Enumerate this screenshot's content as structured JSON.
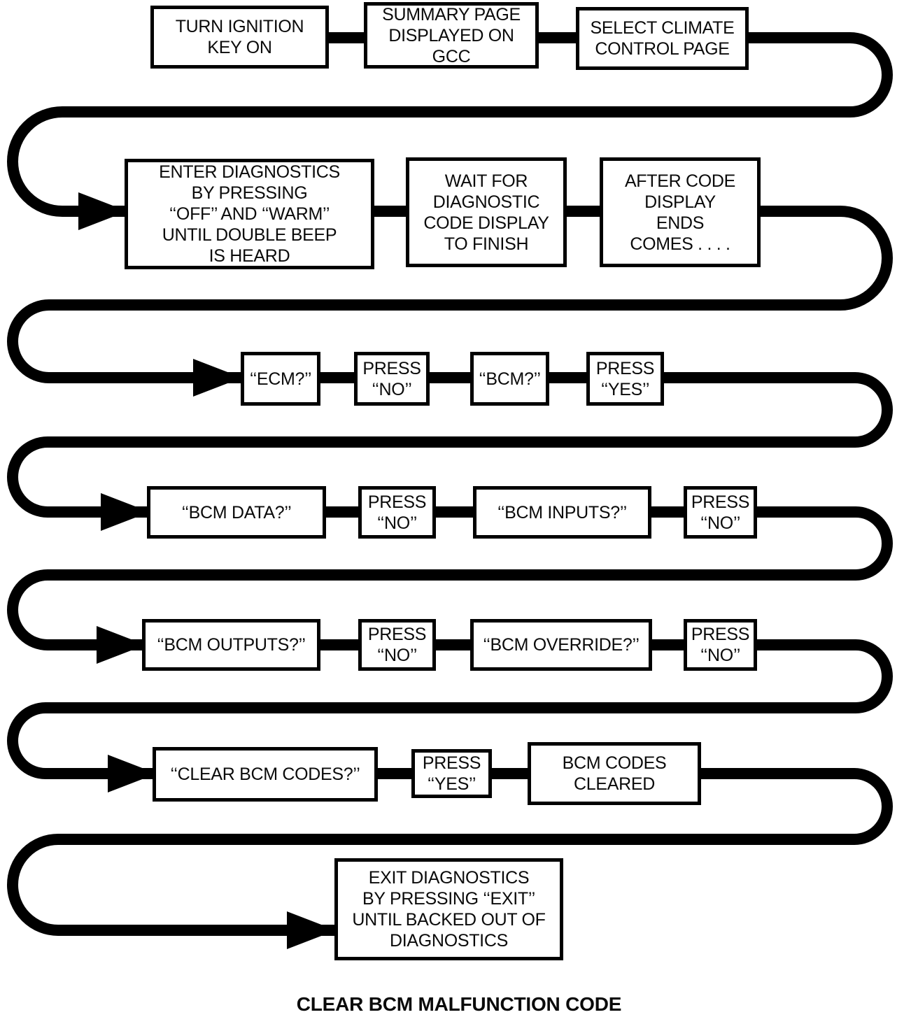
{
  "flow": {
    "caption": "CLEAR BCM MALFUNCTION CODE",
    "steps": [
      {
        "id": "turn-ignition-key-on",
        "label": "TURN IGNITION\nKEY ON"
      },
      {
        "id": "summary-page-displayed",
        "label": "SUMMARY PAGE\nDISPLAYED ON\nGCC"
      },
      {
        "id": "select-climate-control",
        "label": "SELECT CLIMATE\nCONTROL PAGE"
      },
      {
        "id": "enter-diagnostics",
        "label": "ENTER DIAGNOSTICS\nBY PRESSING\n‘‘OFF’’ AND ‘‘WARM’’\nUNTIL DOUBLE BEEP\nIS HEARD"
      },
      {
        "id": "wait-for-code-display",
        "label": "WAIT FOR\nDIAGNOSTIC\nCODE DISPLAY\nTO FINISH"
      },
      {
        "id": "after-code-display-ends",
        "label": "AFTER CODE\nDISPLAY\nENDS\nCOMES . . . ."
      },
      {
        "id": "ecm-prompt",
        "label": "‘‘ECM?’’"
      },
      {
        "id": "press-no-1",
        "label": "PRESS\n‘‘NO’’"
      },
      {
        "id": "bcm-prompt",
        "label": "‘‘BCM?’’"
      },
      {
        "id": "press-yes-1",
        "label": "PRESS\n‘‘YES’’"
      },
      {
        "id": "bcm-data-prompt",
        "label": "‘‘BCM DATA?’’"
      },
      {
        "id": "press-no-2",
        "label": "PRESS\n‘‘NO’’"
      },
      {
        "id": "bcm-inputs-prompt",
        "label": "‘‘BCM INPUTS?’’"
      },
      {
        "id": "press-no-3",
        "label": "PRESS\n‘‘NO’’"
      },
      {
        "id": "bcm-outputs-prompt",
        "label": "‘‘BCM OUTPUTS?’’"
      },
      {
        "id": "press-no-4",
        "label": "PRESS\n‘‘NO’’"
      },
      {
        "id": "bcm-override-prompt",
        "label": "‘‘BCM OVERRIDE?’’"
      },
      {
        "id": "press-no-5",
        "label": "PRESS\n‘‘NO’’"
      },
      {
        "id": "clear-bcm-codes-prompt",
        "label": "‘‘CLEAR BCM CODES?’’"
      },
      {
        "id": "press-yes-2",
        "label": "PRESS\n‘‘YES’’"
      },
      {
        "id": "bcm-codes-cleared",
        "label": "BCM CODES\nCLEARED"
      },
      {
        "id": "exit-diagnostics",
        "label": "EXIT DIAGNOSTICS\nBY PRESSING ‘‘EXIT’’\nUNTIL BACKED OUT OF\nDIAGNOSTICS"
      }
    ]
  },
  "colors": {
    "line": "#000000",
    "box_border": "#000000",
    "box_bg": "#ffffff",
    "page_bg": "#ffffff",
    "text": "#0a0a0a"
  }
}
